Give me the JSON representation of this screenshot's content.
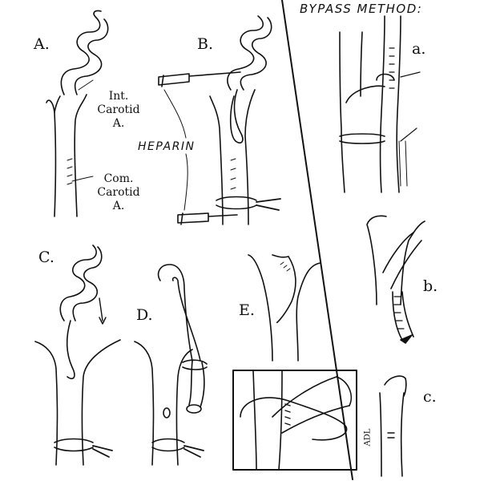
{
  "labels": {
    "panel_a": "A.",
    "panel_b": "B.",
    "panel_c": "C.",
    "panel_d": "D.",
    "panel_e": "E.",
    "int_carotid_1": "Int.",
    "int_carotid_2": "Carotid",
    "int_carotid_3": "A.",
    "com_carotid_1": "Com.",
    "com_carotid_2": "Carotid",
    "com_carotid_3": "A.",
    "heparin": "HEPARIN",
    "bypass_title": "BYPASS METHOD:",
    "bypass_a": "a.",
    "bypass_b": "b.",
    "bypass_c": "c.",
    "signature": "ADL"
  }
}
